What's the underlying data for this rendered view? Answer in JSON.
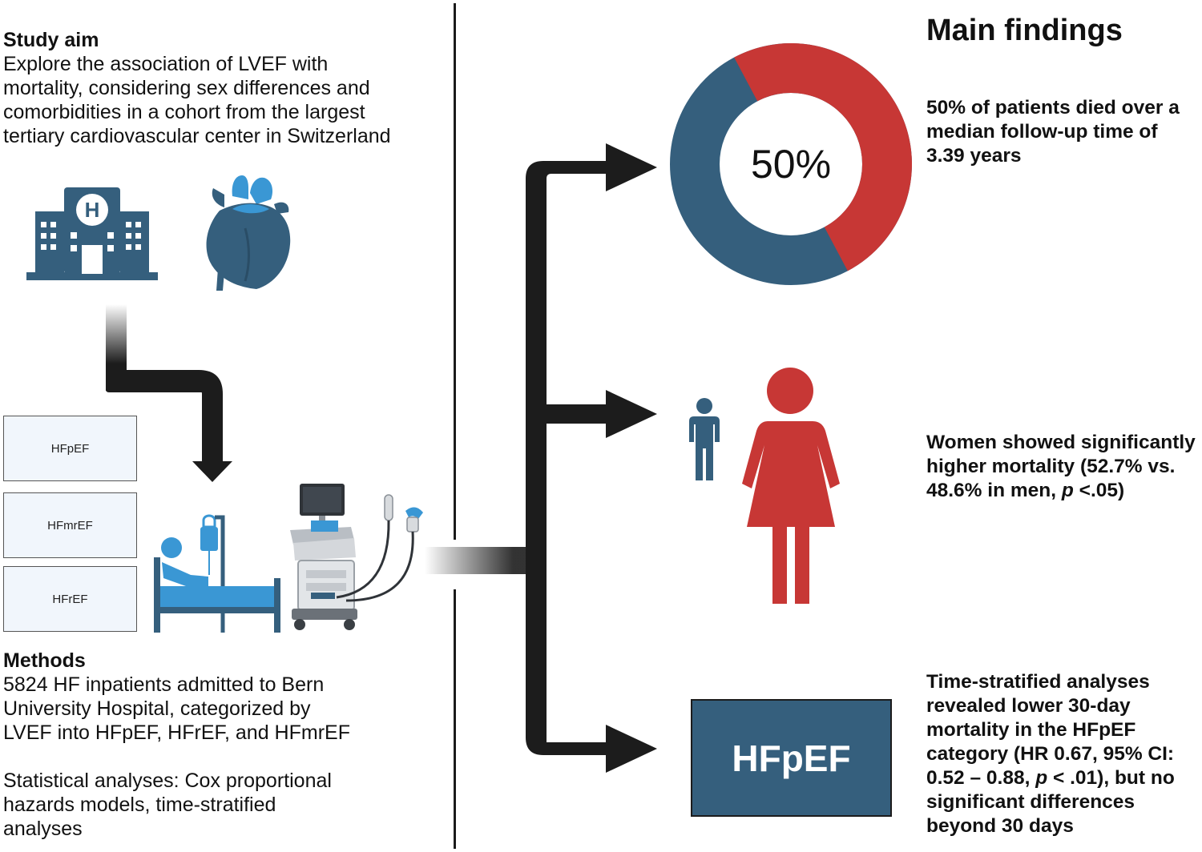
{
  "study_aim": {
    "heading": "Study aim",
    "lines": [
      "Explore the association of LVEF with",
      "mortality, considering sex differences and",
      "comorbidities in a cohort from the largest",
      "tertiary cardiovascular center in Switzerland"
    ]
  },
  "categories": [
    "HFpEF",
    "HFmrEF",
    "HFrEF"
  ],
  "methods": {
    "heading": "Methods",
    "lines": [
      "5824 HF inpatients admitted to Bern",
      "University Hospital, categorized by",
      "LVEF into HFpEF, HFrEF, and HFmrEF"
    ],
    "stats_lines": [
      "Statistical analyses: Cox proportional",
      "hazards models, time-stratified",
      "analyses"
    ]
  },
  "main_findings": {
    "heading": "Main findings",
    "donut": {
      "label": "50%",
      "value_percent": 50,
      "died_color": "#c73735",
      "survived_color": "#355f7d"
    },
    "finding1_lines": [
      "50% of patients died over a",
      "median follow-up time of",
      "3.39 years"
    ],
    "finding2": {
      "line1": "Women showed significantly",
      "line2": "higher mortality (52.7% vs.",
      "line3_pre": "48.6% in men, ",
      "line3_p": "p",
      "line3_post": " <.05)"
    },
    "finding3": {
      "hf_box_label": "HFpEF",
      "line1": "Time-stratified analyses",
      "line2": "revealed lower 30-day",
      "line3": "mortality in the HFpEF",
      "line4": "category (HR 0.67, 95% CI:",
      "line5_pre": "0.52 – 0.88, ",
      "line5_p": "p",
      "line5_post": " < .01), but no",
      "line6": "significant differences",
      "line7": "beyond 30 days"
    }
  },
  "colors": {
    "navy": "#355f7d",
    "red": "#c73735",
    "light_blue": "#3a97d4",
    "arrow": "#1c1c1c"
  },
  "icons": [
    "hospital-icon",
    "heart-icon",
    "patient-bed-icon",
    "ultrasound-machine-icon",
    "man-icon",
    "woman-icon"
  ]
}
